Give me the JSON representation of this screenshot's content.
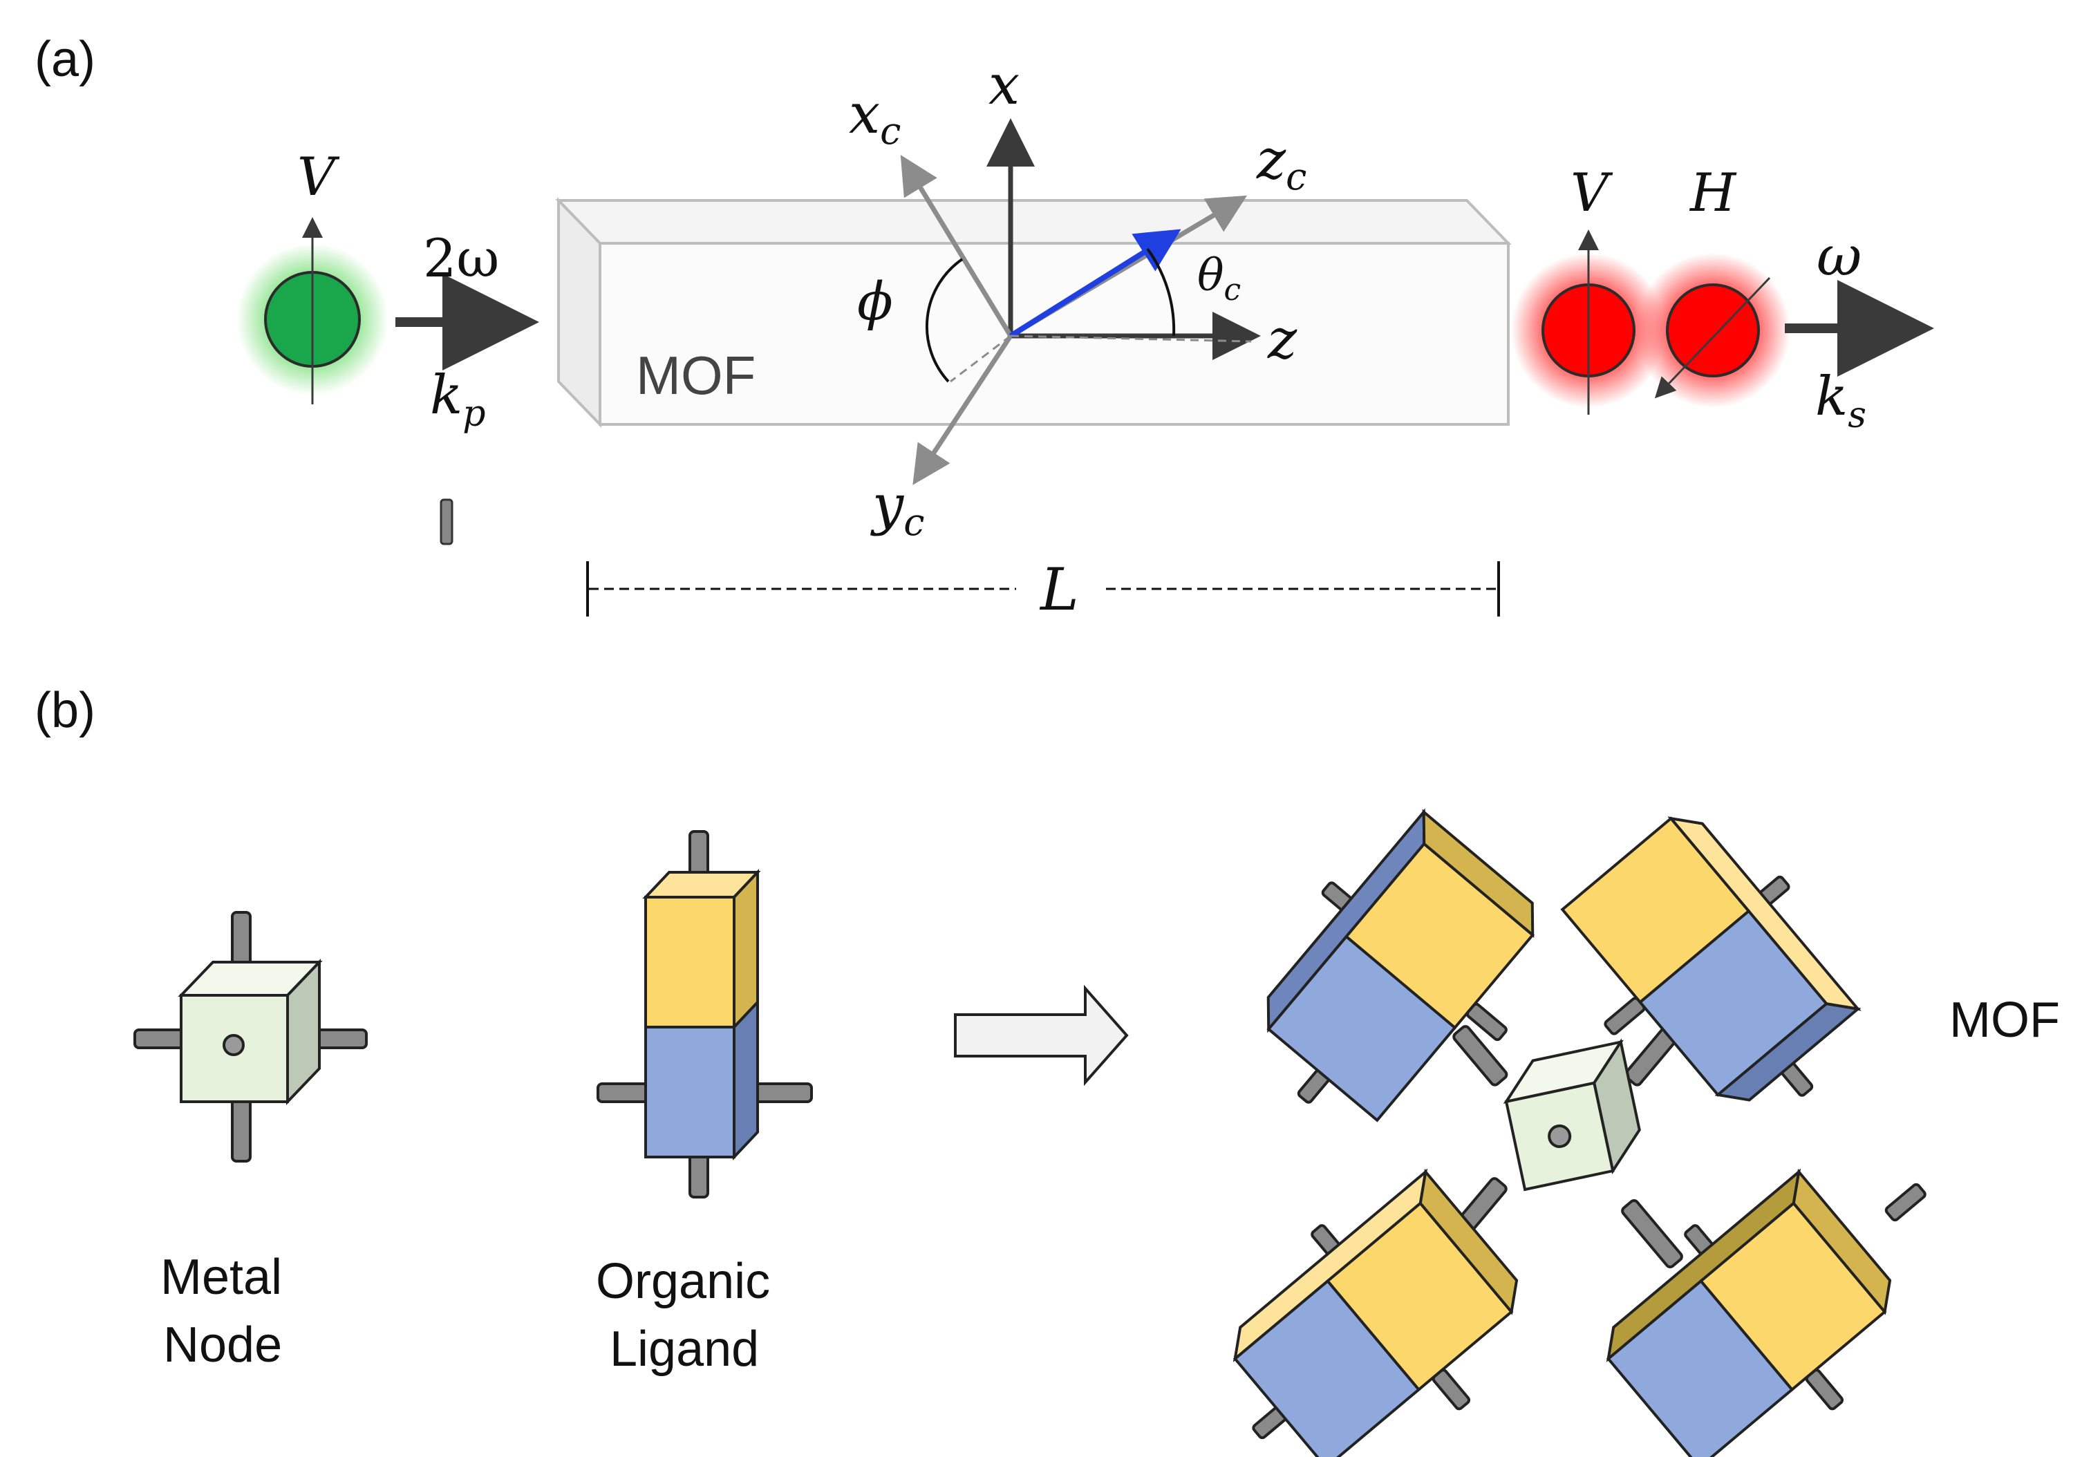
{
  "panel_a": {
    "label": "(a)",
    "pump": {
      "polarization": "V",
      "frequency": "2ω",
      "wavevector": "k",
      "wavevector_sub": "p"
    },
    "crystal": {
      "label": "MOF",
      "length_label": "L"
    },
    "axes": {
      "x": "x",
      "z": "z",
      "xc": "x",
      "xc_sub": "c",
      "yc": "y",
      "yc_sub": "c",
      "zc": "z",
      "zc_sub": "c",
      "phi": "ϕ",
      "theta": "θ",
      "theta_sub": "c"
    },
    "signal": {
      "polarization_v": "V",
      "polarization_h": "H",
      "frequency": "ω",
      "wavevector": "k",
      "wavevector_sub": "s"
    }
  },
  "panel_b": {
    "label": "(b)",
    "metal_node": {
      "line1": "Metal",
      "line2": "Node"
    },
    "ligand": {
      "line1": "Organic",
      "line2": "Ligand"
    },
    "mof_label": "MOF"
  },
  "colors": {
    "pump": "#1aa64a",
    "signal": "#ff0000",
    "zc_arrow": "#1f3fe0",
    "ligand_yellow": "#fcd86c",
    "ligand_blue": "#8fa9dc",
    "node_green": "#e6f2dc"
  }
}
